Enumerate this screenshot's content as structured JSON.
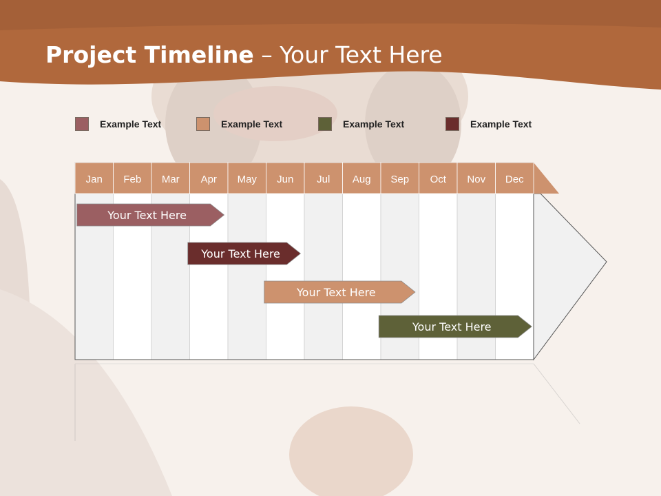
{
  "slide": {
    "title_bold": "Project Timeline",
    "title_rest": " – Your Text Here"
  },
  "colors": {
    "header": "#b0683c",
    "month_header": "#cd926e",
    "col_light": "#f1f1f1",
    "col_white": "#ffffff"
  },
  "legend": [
    {
      "label": "Example Text",
      "color": "#9b5f62"
    },
    {
      "label": "Example Text",
      "color": "#cd926e"
    },
    {
      "label": "Example Text",
      "color": "#5e6138"
    },
    {
      "label": "Example Text",
      "color": "#6a2d2c"
    }
  ],
  "chart_data": {
    "type": "gantt",
    "months": [
      "Jan",
      "Feb",
      "Mar",
      "Apr",
      "May",
      "Jun",
      "Jul",
      "Aug",
      "Sep",
      "Oct",
      "Nov",
      "Dec"
    ],
    "tasks": [
      {
        "label": "Your  Text Here",
        "start": 0.05,
        "end": 3.9,
        "color": "#9b5f62"
      },
      {
        "label": "Your  Text Here",
        "start": 2.95,
        "end": 5.9,
        "color": "#6a2d2c"
      },
      {
        "label": "Your  Text Here",
        "start": 4.95,
        "end": 8.9,
        "color": "#cd926e"
      },
      {
        "label": "Your  Text Here",
        "start": 7.95,
        "end": 11.95,
        "color": "#5e6138"
      }
    ]
  }
}
